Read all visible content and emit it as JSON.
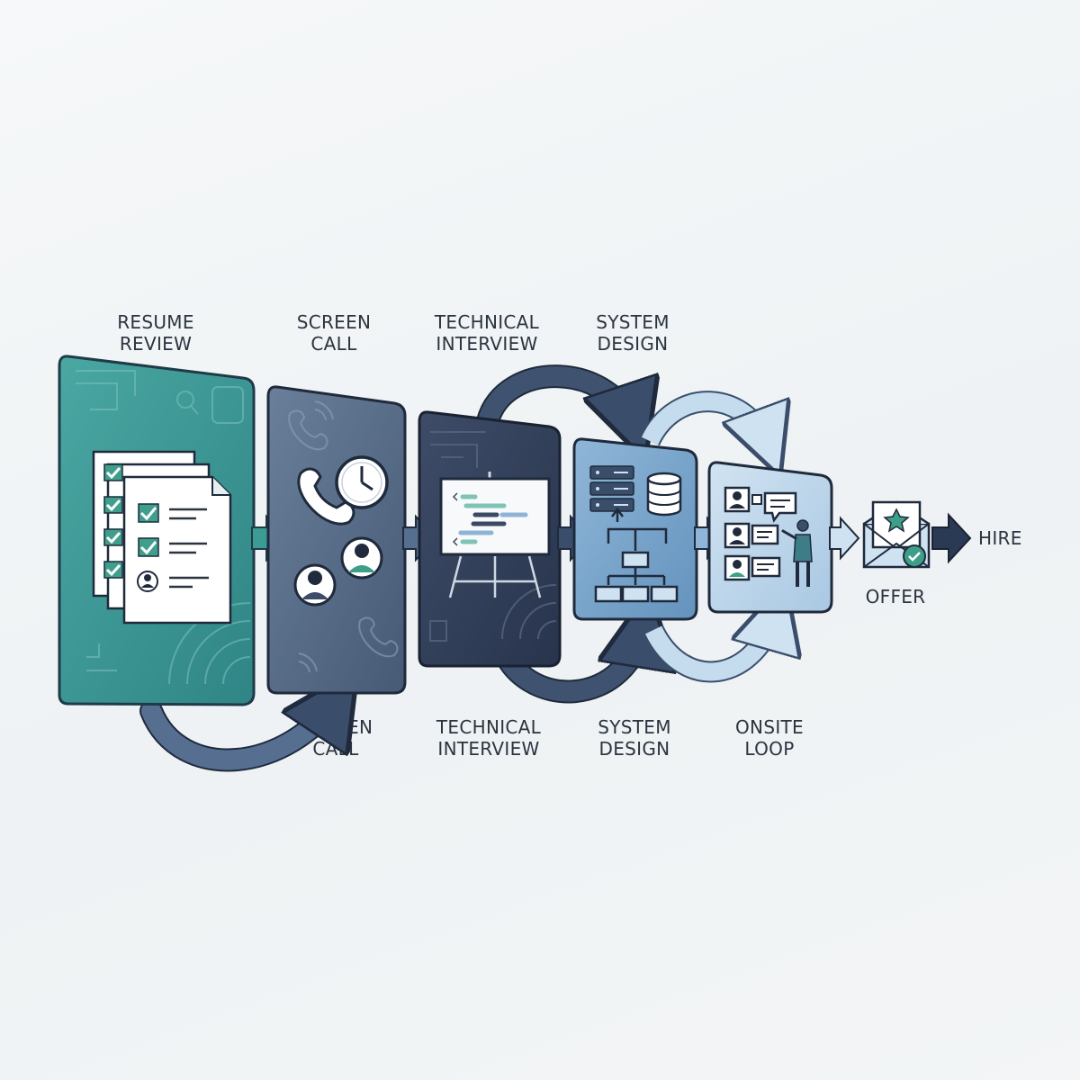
{
  "top_labels": {
    "resume_review": "RESUME\nREVIEW",
    "screen_call": "SCREEN\nCALL",
    "technical_interview": "TECHNICAL\nINTERVIEW",
    "system_design": "SYSTEM\nDESIGN"
  },
  "bottom_labels": {
    "screen_call": "SCREEN\nCALL",
    "technical_interview": "TECHNICAL\nINTERVIEW",
    "system_design": "SYSTEM\nDESIGN",
    "onsite_loop": "ONSITE\nLOOP"
  },
  "end_labels": {
    "offer": "OFFER",
    "hire": "HIRE"
  },
  "colors": {
    "teal": "#3b9a96",
    "slate": "#536a87",
    "navy": "#2f3d58",
    "steel_blue": "#7ca7cc",
    "light_blue": "#b9d4ea",
    "arrow_dark": "#3a4e6c",
    "arrow_light": "#a9c9e3",
    "accent_green": "#3e9f89"
  }
}
